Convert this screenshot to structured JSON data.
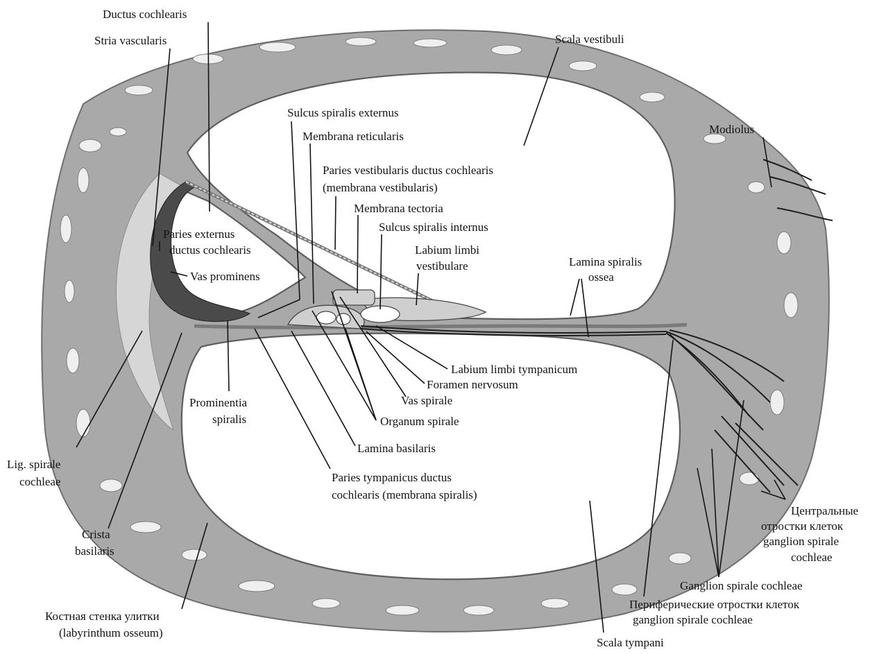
{
  "labels": {
    "ductus_cochlearis": "Ductus cochlearis",
    "stria_vascularis": "Stria vascularis",
    "scala_vestibuli": "Scala vestibuli",
    "modiolus": "Modiolus",
    "sulcus_spiralis_externus": "Sulcus spiralis externus",
    "membrana_reticularis": "Membrana reticularis",
    "paries_vestibularis_1": "Paries vestibularis ductus cochlearis",
    "paries_vestibularis_2": "(membrana vestibularis)",
    "membrana_tectoria": "Membrana tectoria",
    "sulcus_spiralis_internus": "Sulcus spiralis internus",
    "paries_externus_1": "Paries externus",
    "paries_externus_2": "ductus cochlearis",
    "labium_limbi_vestibulare_1": "Labium limbi",
    "labium_limbi_vestibulare_2": "vestibulare",
    "vas_prominens": "Vas prominens",
    "lamina_spiralis_ossea_1": "Lamina spiralis",
    "lamina_spiralis_ossea_2": "ossea",
    "labium_limbi_tympanicum": "Labium limbi tympanicum",
    "foramen_nervosum": "Foramen nervosum",
    "vas_spirale": "Vas spirale",
    "prominentia_spiralis_1": "Prominentia",
    "prominentia_spiralis_2": "spiralis",
    "organum_spirale": "Organum spirale",
    "lamina_basilaris": "Lamina basilaris",
    "lig_spirale_1": "Lig. spirale",
    "lig_spirale_2": "cochleae",
    "paries_tympanicus_1": "Paries tympanicus ductus",
    "paries_tympanicus_2": "cochlearis (membrana spiralis)",
    "centralnye_1": "Центральные",
    "centralnye_2": "отростки клеток",
    "centralnye_3": "ganglion spirale",
    "centralnye_4": "cochleae",
    "crista_basilaris_1": "Crista",
    "crista_basilaris_2": "basilaris",
    "ganglion_spirale_cochleae": "Ganglion spirale cochleae",
    "perifericheskie_1": "Периферические отростки клеток",
    "perifericheskie_2": "ganglion spirale cochleae",
    "kostnaya_1": "Костная стенка улитки",
    "kostnaya_2": "(labyrinthum osseum)",
    "scala_tympani": "Scala tympani"
  },
  "colors": {
    "bone": "#a9a9a9",
    "lumen": "#ffffff",
    "ink": "#141414",
    "stria": "#4a4a4a"
  }
}
